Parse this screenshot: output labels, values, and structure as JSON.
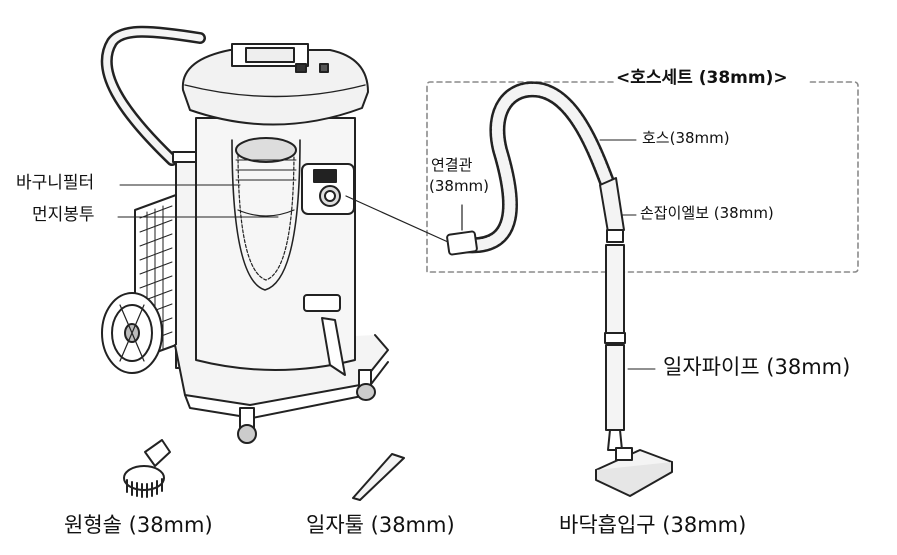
{
  "hose_set": {
    "title": "<호스세트 (38mm)>",
    "hose": "호스(38mm)",
    "connector_line1": "연결관",
    "connector_line2": "(38mm)",
    "handle_elbow": "손잡이엘보 (38mm)"
  },
  "machine": {
    "filter": "바구니필터",
    "dust_bag": "먼지봉투"
  },
  "accessories": {
    "straight_pipe": "일자파이프 (38mm)",
    "round_brush": "원형솔 (38mm)",
    "crevice_tool": "일자툴 (38mm)",
    "floor_nozzle": "바닥흡입구 (38mm)"
  },
  "colors": {
    "line": "#222222",
    "dash": "#8a8a8a",
    "fill": "#f4f4f4"
  }
}
